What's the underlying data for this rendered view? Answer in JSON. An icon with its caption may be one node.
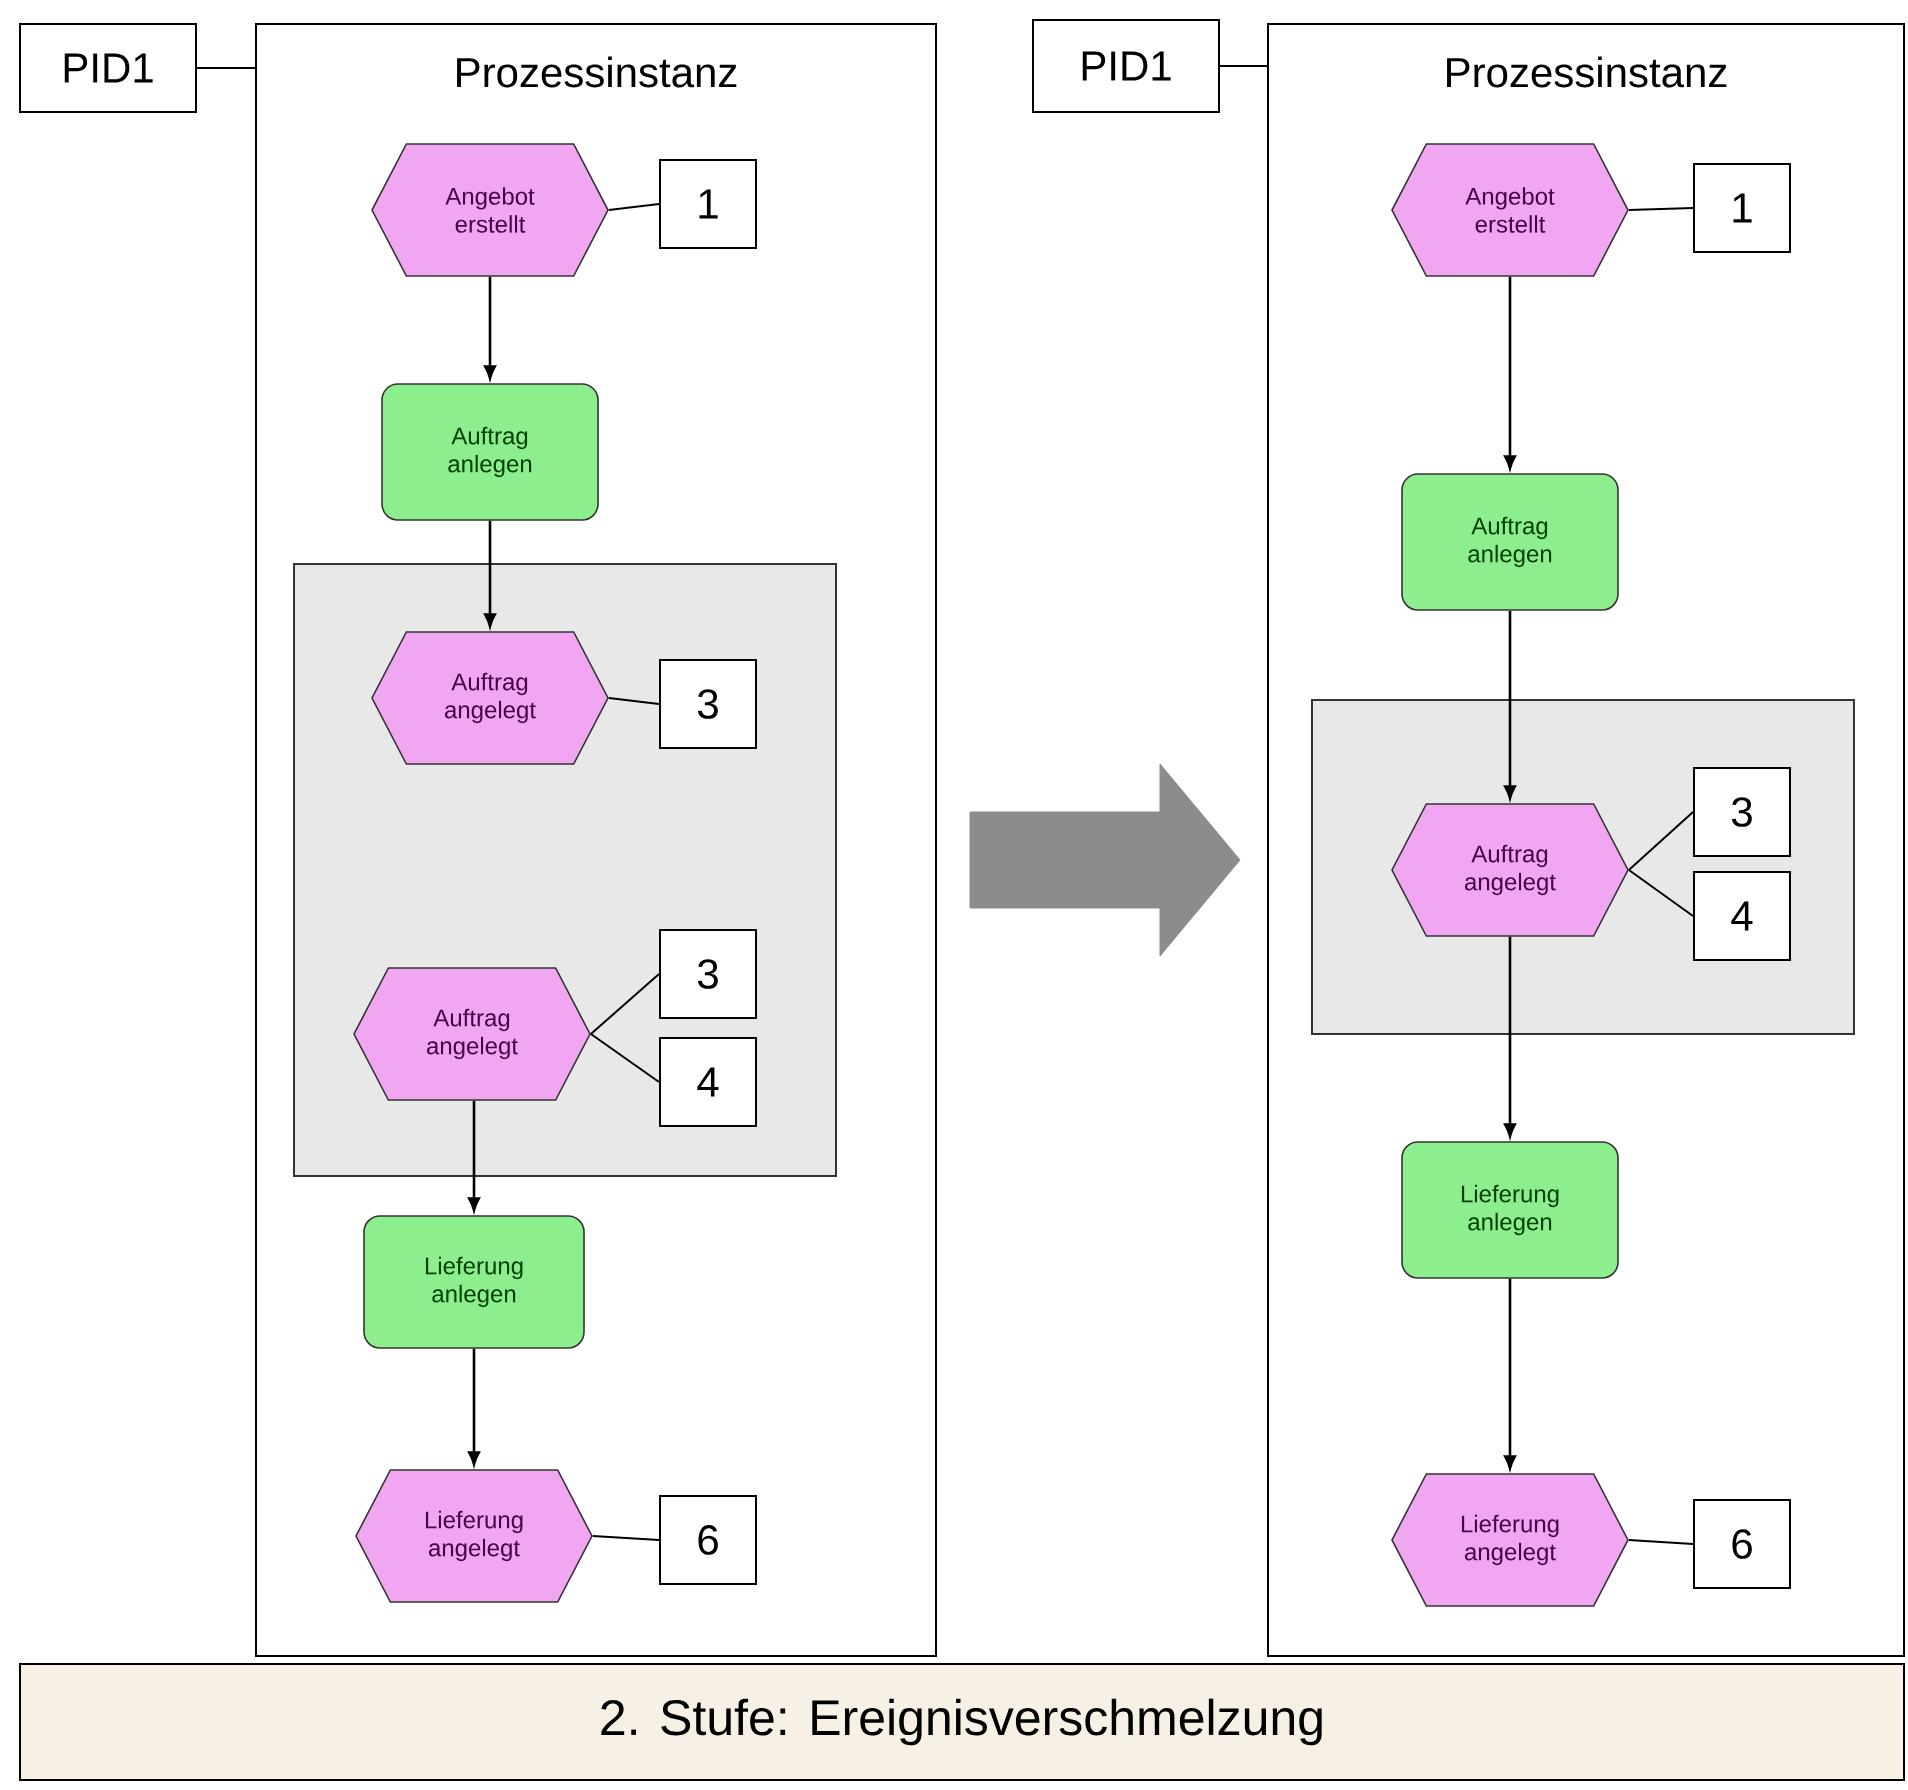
{
  "diagram": {
    "nodes": [
      {
        "text": [
          "PID1"
        ]
      },
      {
        "text": [
          "Prozessinstanz"
        ]
      },
      {
        "text": [
          "Angebot erstellt"
        ],
        "in": 1
      },
      {
        "text": [
          "1"
        ],
        "in": 1
      },
      {
        "text": [
          "Auftrag anlegen"
        ],
        "in": 1
      },
      {
        "text": [],
        "shape": "box",
        "in": 1
      },
      {
        "text": [
          "Auftrag angelegt"
        ],
        "in": 5
      },
      {
        "text": [
          "3"
        ],
        "in": 5
      },
      {
        "text": [
          "Auftrag angelegt"
        ],
        "in": 5
      },
      {
        "text": [
          "3"
        ],
        "in": 5
      },
      {
        "text": [
          "4"
        ],
        "in": 5
      },
      {
        "text": [
          "Lieferung anlegen"
        ],
        "in": 1
      },
      {
        "text": [
          "Lieferung angelegt"
        ],
        "in": 1
      },
      {
        "text": [
          "6"
        ],
        "in": 1
      },
      {
        "text": [
          "PID1"
        ]
      },
      {
        "text": [
          "Prozessinstanz"
        ]
      },
      {
        "text": [
          "Angebot erstellt"
        ],
        "in": 15
      },
      {
        "text": [
          "1"
        ],
        "in": 15
      },
      {
        "text": [
          "Auftrag anlegen"
        ],
        "in": 15
      },
      {
        "text": [],
        "shape": "box",
        "in": 15
      },
      {
        "text": [
          "Auftrag angelegt"
        ],
        "in": 19
      },
      {
        "text": [
          "3"
        ],
        "in": 19
      },
      {
        "text": [
          "4"
        ],
        "in": 19
      },
      {
        "text": [
          "Lieferung anlegen"
        ],
        "in": 15
      },
      {
        "text": [
          "Lieferung angelegt"
        ],
        "in": 15
      },
      {
        "text": [
          "6"
        ],
        "in": 15
      },
      {
        "text": [
          "2. Stufe: Ereignisverschmelzung"
        ]
      }
    ],
    "edges": [
      {
        "from": 0,
        "to": 1,
        "arrow": "none"
      },
      {
        "from": 2,
        "to": 3,
        "arrow": "none"
      },
      {
        "from": 2,
        "to": 4,
        "arrow": "to"
      },
      {
        "from": 4,
        "to": 6,
        "arrow": "to"
      },
      {
        "from": 6,
        "to": 7,
        "arrow": "none"
      },
      {
        "from": 8,
        "to": 9,
        "arrow": "none"
      },
      {
        "from": 8,
        "to": 10,
        "arrow": "none"
      },
      {
        "from": 8,
        "to": 11,
        "arrow": "to"
      },
      {
        "from": 11,
        "to": 12,
        "arrow": "to"
      },
      {
        "from": 12,
        "to": 13,
        "arrow": "none"
      },
      {
        "from": 14,
        "to": 15,
        "arrow": "none"
      },
      {
        "from": 16,
        "to": 17,
        "arrow": "none"
      },
      {
        "from": 16,
        "to": 18,
        "arrow": "to"
      },
      {
        "from": 18,
        "to": 20,
        "arrow": "to"
      },
      {
        "from": 20,
        "to": 21,
        "arrow": "none"
      },
      {
        "from": 20,
        "to": 22,
        "arrow": "none"
      },
      {
        "from": 20,
        "to": 23,
        "arrow": "to"
      },
      {
        "from": 23,
        "to": 24,
        "arrow": "to"
      },
      {
        "from": 24,
        "to": 25,
        "arrow": "none"
      },
      {
        "from": 1,
        "to": 15,
        "arrow": "to",
        "style": "thick",
        "color": "#8c8c8c"
      }
    ]
  }
}
